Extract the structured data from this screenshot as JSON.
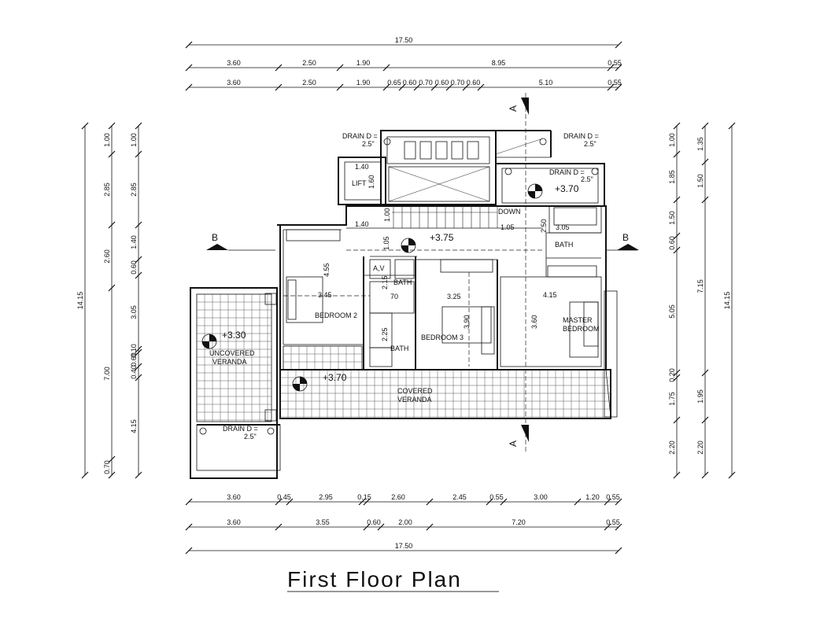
{
  "title": "First Floor Plan",
  "top_dims": {
    "row1": [
      "17.50"
    ],
    "row2": [
      "3.60",
      "2.50",
      "1.90",
      "8.95",
      "0.55"
    ],
    "row3": [
      "3.60",
      "2.50",
      "1.90",
      "0.65",
      "0.60",
      "0.70",
      "0.60",
      "0.70",
      "0.60",
      "5.10",
      "0.55"
    ]
  },
  "bottom_dims": {
    "row1": [
      "3.60",
      "0.45",
      "2.95",
      "0.15",
      "2.60",
      "2.45",
      "0.55",
      "3.00",
      "1.20",
      "0.55"
    ],
    "row2": [
      "3.60",
      "3.55",
      "0.60",
      "2.00",
      "7.20",
      "0.55"
    ],
    "row3": [
      "17.50"
    ]
  },
  "left_dims": {
    "col1": [
      "14.15"
    ],
    "col2": [
      "1.00",
      "2.85",
      "2.60",
      "7.00",
      "0.70"
    ],
    "col3": [
      "1.00",
      "2.85",
      "1.40",
      "0.60",
      "3.05",
      "0.10",
      "0.60",
      "0.40",
      "4.15"
    ]
  },
  "right_dims": {
    "col1": [
      "1.00",
      "1.85",
      "1.50",
      "0.60",
      "5.05",
      "0.20",
      "1.75",
      "2.20"
    ],
    "col2": [
      "1.35",
      "1.50",
      "7.15",
      "1.95",
      "2.20"
    ],
    "col3": [
      "14.15"
    ]
  },
  "rooms": {
    "bedroom2": "BEDROOM 2",
    "bedroom3": "BEDROOM 3",
    "master": [
      "MASTER",
      "BEDROOM"
    ],
    "bath_top": "BATH",
    "bath_mid": "BATH",
    "bath_low": "BATH",
    "lift": "LIFT",
    "av": "A,V",
    "down": "DOWN",
    "uncovered_veranda": [
      "UNCOVERED",
      "VERANDA"
    ],
    "covered_veranda": [
      "COVERED",
      "VERANDA"
    ]
  },
  "room_dims": {
    "bed2_w": "3.45",
    "bed2_h": "4.55",
    "bed3_w": "3.25",
    "bed3_h": "3.90",
    "master_w": "4.15",
    "master_h": "3.60",
    "lift_w": "1.40",
    "lift_h": "1.60",
    "stair_w": "1.40",
    "stair_h": "1.00",
    "hall_w": "1.05",
    "hall_h": "1.05",
    "bath_w": "3.05",
    "bath_h": "2.50",
    "small_a": "2.15",
    "small_b": "70",
    "small_c": "2.25"
  },
  "elevations": {
    "hall": "+3.75",
    "top_right": "+3.70",
    "uncovered": "+3.30",
    "covered": "+3.70"
  },
  "drains": {
    "top_left": [
      "DRAIN D =",
      "2.5\""
    ],
    "top_right": [
      "DRAIN D =",
      "2.5\""
    ],
    "inner": [
      "DRAIN D =",
      "2.5\""
    ],
    "bottom_left": [
      "DRAIN D =",
      "2.5\""
    ]
  },
  "sections": {
    "a_top": "A",
    "a_bottom": "A",
    "b_left": "B",
    "b_right": "B"
  }
}
